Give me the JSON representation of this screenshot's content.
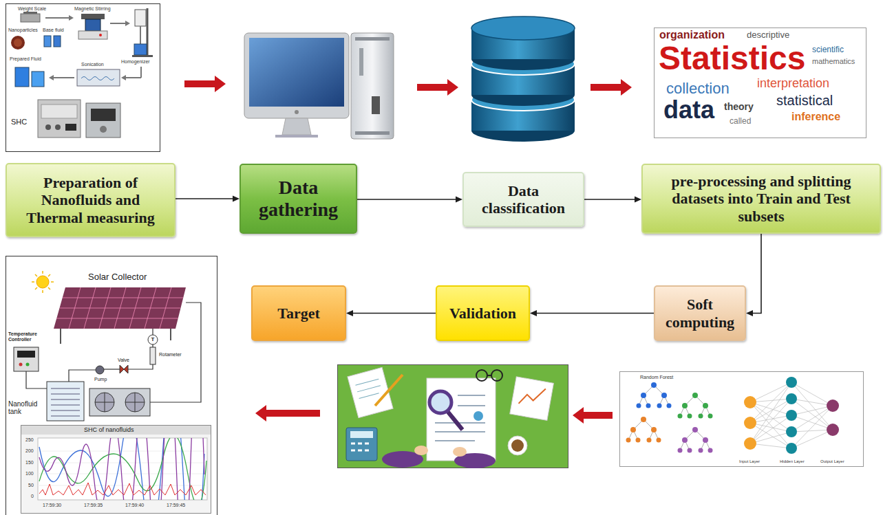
{
  "diagram": {
    "nodes": [
      {
        "text": [
          "Preparation of Nanofluids and Thermal measuring"
        ]
      },
      {
        "text": [
          "Data gathering"
        ]
      },
      {
        "text": [
          "Data classification"
        ]
      },
      {
        "text": [
          "pre-processing and splitting datasets into Train and Test subsets"
        ]
      },
      {
        "text": [
          "Soft computing"
        ]
      },
      {
        "text": [
          "Validation"
        ]
      },
      {
        "text": [
          "Target"
        ]
      }
    ],
    "edges": [
      {
        "from": 0,
        "to": 1,
        "arrow": "to"
      },
      {
        "from": 1,
        "to": 2,
        "arrow": "to"
      },
      {
        "from": 2,
        "to": 3,
        "arrow": "to"
      },
      {
        "from": 3,
        "to": 4,
        "arrow": "to"
      },
      {
        "from": 4,
        "to": 5,
        "arrow": "to"
      },
      {
        "from": 5,
        "to": 6,
        "arrow": "to"
      }
    ],
    "labels": [
      "Weight Scale",
      "Magnetic Stirring",
      "Nanoparticles",
      "Base fluid",
      "Homogenizer",
      "Prepared Fluid",
      "Sonication",
      "SHC",
      "organization",
      "descriptive",
      "scientific",
      "mathematics",
      "Statistics",
      "collection",
      "interpretation",
      "data",
      "theory",
      "statistical",
      "called",
      "inference",
      "Solar Collector",
      "T",
      "Temperature Controller",
      "Valve",
      "Rotameter",
      "Pump",
      "Nanofluid tank",
      "SHC of nanofluids",
      "250",
      "200",
      "150",
      "100",
      "50",
      "0",
      "17:59:30",
      "17:59:35",
      "17:59:40",
      "17:59:45",
      "Random Forest",
      "Input Layer",
      "Hidden Layer",
      "Output Layer"
    ]
  }
}
